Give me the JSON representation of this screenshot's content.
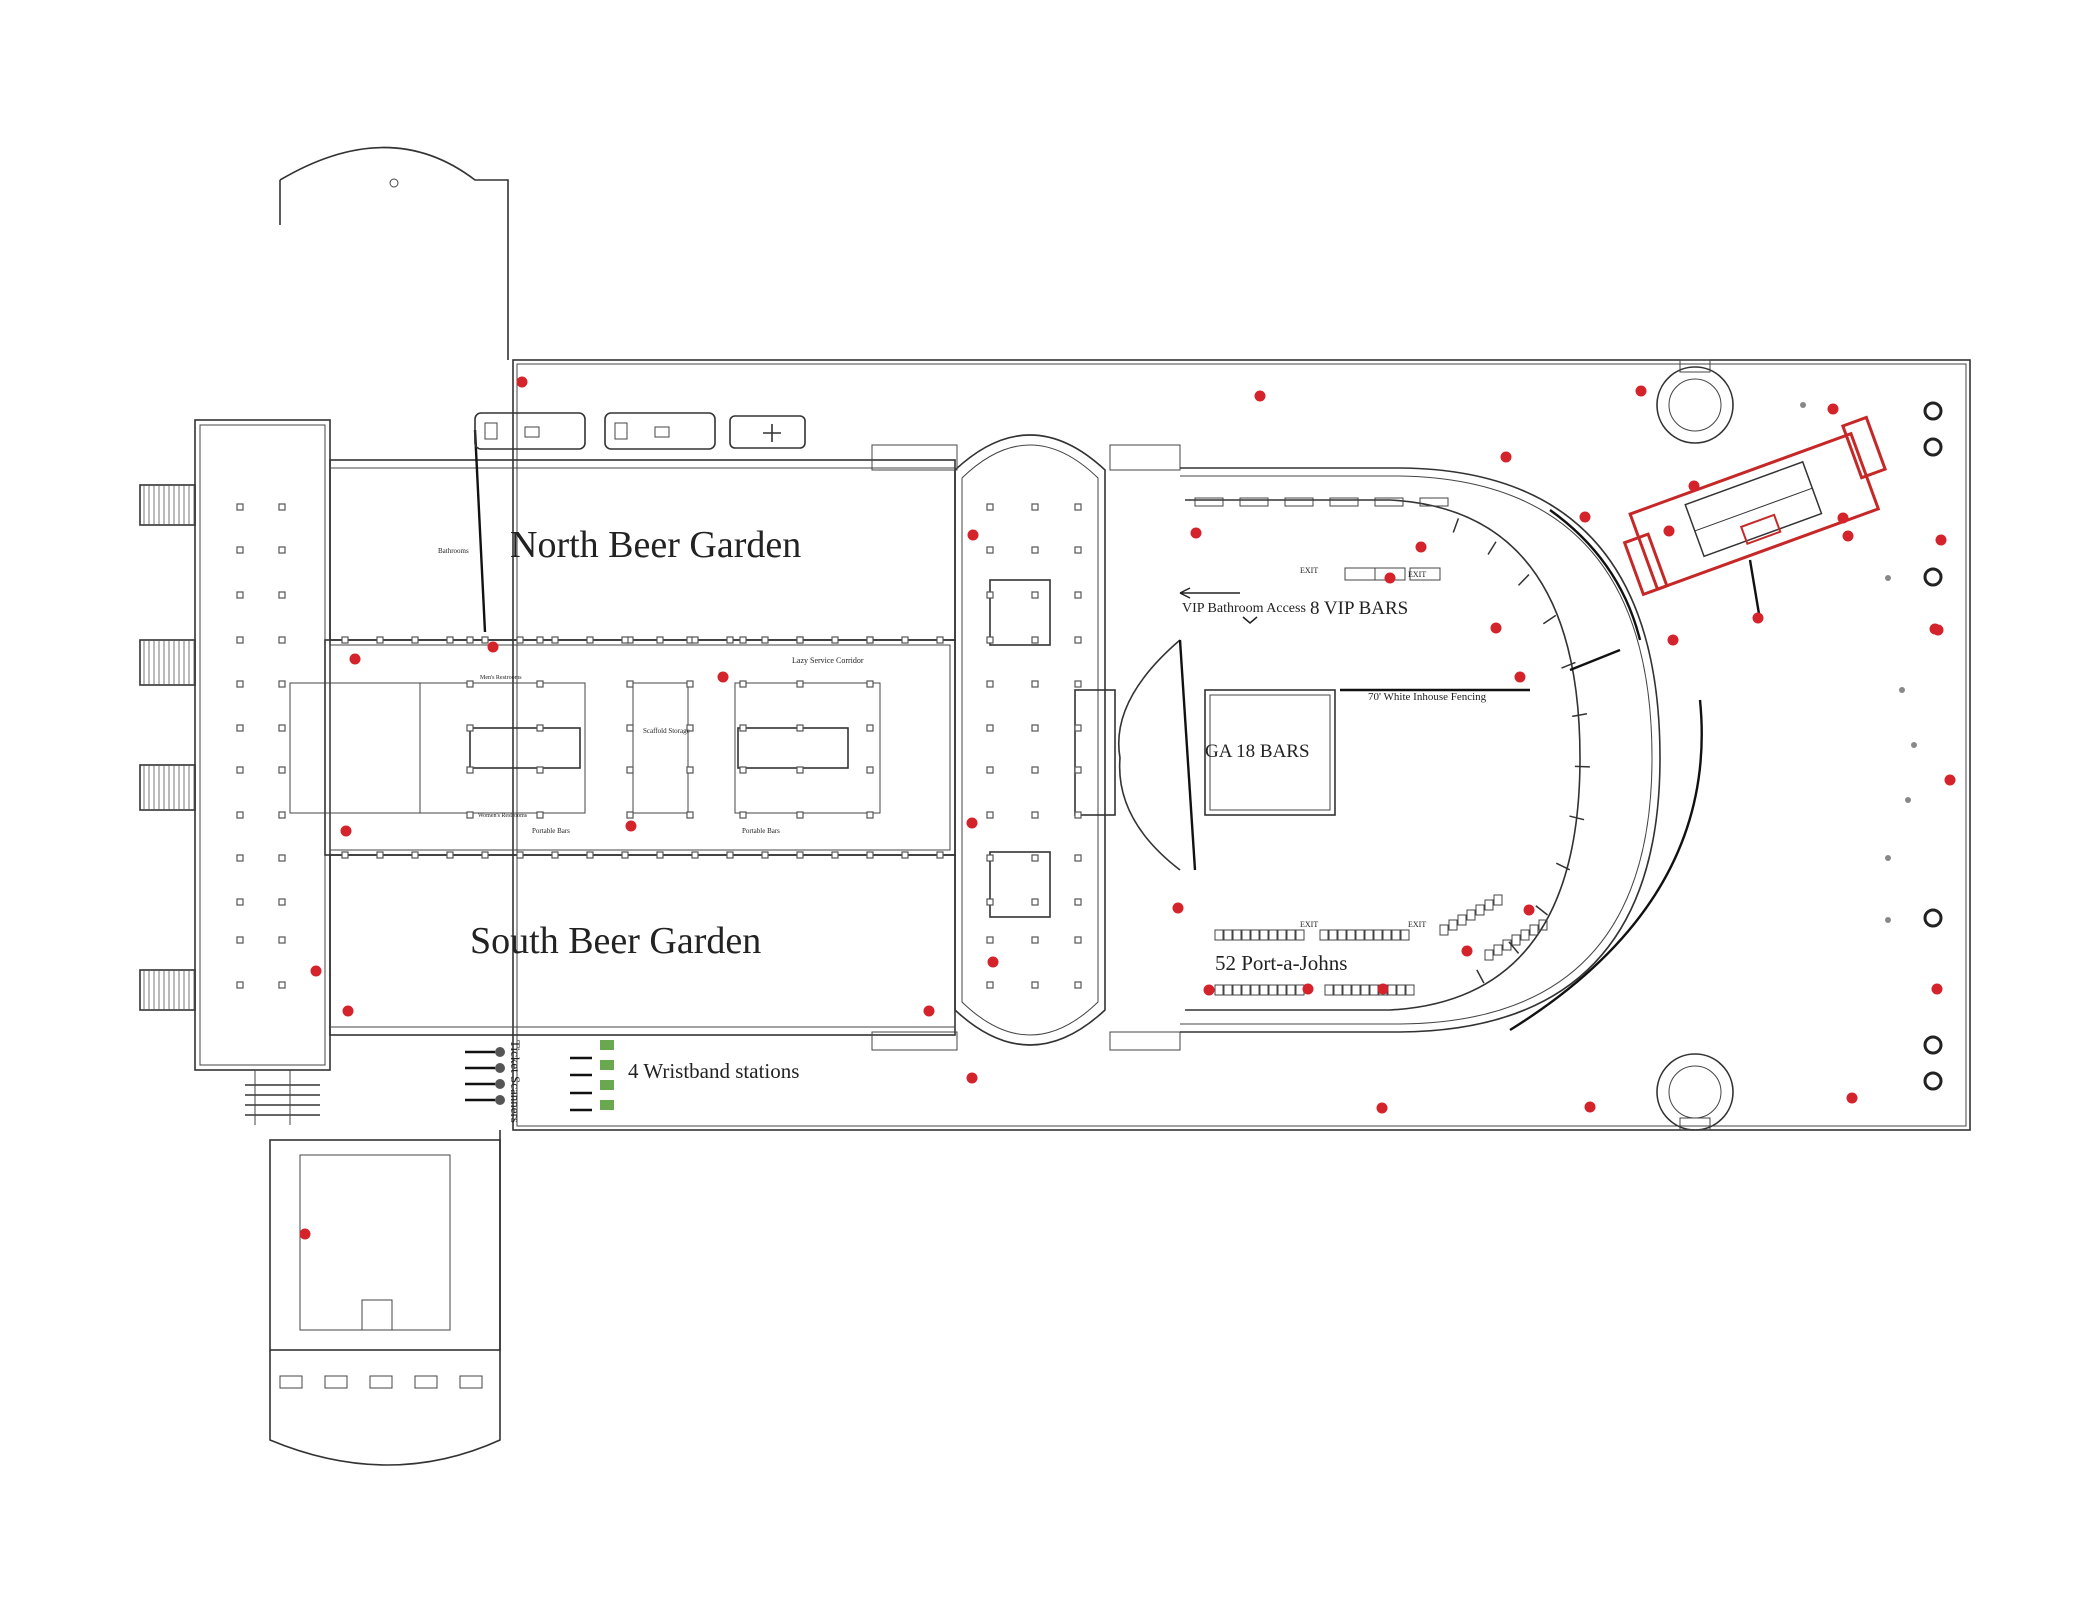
{
  "floorplan": {
    "labels": {
      "north_beer_garden": "North Beer Garden",
      "south_beer_garden": "South Beer Garden",
      "vip_bars": "8 VIP BARS",
      "vip_bathroom_access": "VIP Bathroom Access",
      "ga_bars": "GA 18 BARS",
      "fencing": "70' White Inhouse Fencing",
      "port_a_johns": "52 Port-a-Johns",
      "wristband_stations": "4 Wristband stations",
      "ticket_scanners": "Ticket Scanners",
      "bathrooms": "Bathrooms",
      "lazy_service_corridor": "Lazy Service Corridor",
      "scaffold_storage": "Scaffold Storage",
      "portable_bars_left": "Portable Bars",
      "portable_bars_right": "Portable Bars",
      "mens_restrooms": "Men's Restrooms",
      "womens_restrooms": "Women's Restrooms",
      "exit": "EXIT"
    },
    "colors": {
      "marker": "#d4232b",
      "line": "#333333",
      "stage": "#c62828",
      "scanner_icon": "#6aa84f"
    },
    "icons": [
      "red-dot-marker",
      "ticket-scanner-icon",
      "wristband-station-icon",
      "bus-icon",
      "ambulance-icon"
    ]
  }
}
